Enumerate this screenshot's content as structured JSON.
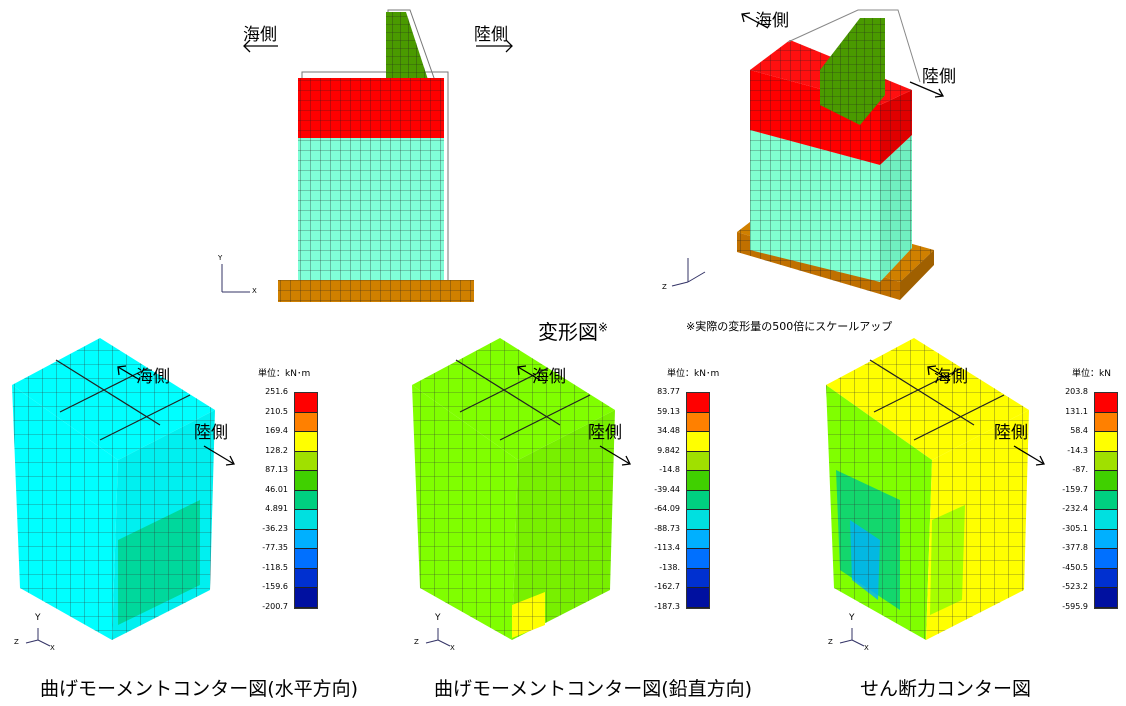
{
  "arrows": {
    "sea": "海側",
    "land": "陸側"
  },
  "top": {
    "caption_main": "変形図",
    "caption_mark": "※",
    "note": "※実際の変形量の500倍にスケールアップ"
  },
  "axes": {
    "y": "Y",
    "z": "Z",
    "x": "X"
  },
  "panels": [
    {
      "caption": "曲げモーメントコンター図(水平方向)",
      "unit": "単位：kN･m",
      "legend": [
        "251.6",
        "210.5",
        "169.4",
        "128.2",
        "87.13",
        "46.01",
        "4.891",
        "-36.23",
        "-77.35",
        "-118.5",
        "-159.6",
        "-200.7"
      ]
    },
    {
      "caption": "曲げモーメントコンター図(鉛直方向)",
      "unit": "単位：kN･m",
      "legend": [
        "83.77",
        "59.13",
        "34.48",
        "9.842",
        "-14.8",
        "-39.44",
        "-64.09",
        "-88.73",
        "-113.4",
        "-138.",
        "-162.7",
        "-187.3"
      ]
    },
    {
      "caption": "せん断力コンター図",
      "unit": "単位：kN",
      "legend": [
        "203.8",
        "131.1",
        "58.4",
        "-14.3",
        "-87.",
        "-159.7",
        "-232.4",
        "-305.1",
        "-377.8",
        "-450.5",
        "-523.2",
        "-595.9"
      ]
    }
  ],
  "legend_colors": [
    "#ff0000",
    "#ff8000",
    "#ffff00",
    "#a0e000",
    "#40d000",
    "#00d080",
    "#00e0e0",
    "#00b0ff",
    "#0070ff",
    "#0030d0",
    "#0010a0",
    "#000070"
  ],
  "face_colors": {
    "parapet": "#4a9a00",
    "cap": "#ff0000",
    "wall_side": "#80ffd0",
    "wall_front": "#80ffd8",
    "base": "#d08000",
    "panel1": "#00ffff",
    "panel2": "#80ff00",
    "panel3": "#ffff00"
  }
}
